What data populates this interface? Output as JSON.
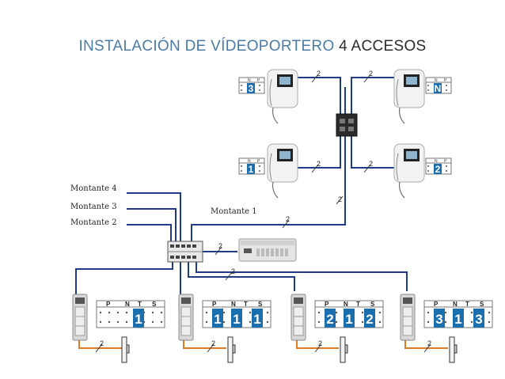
{
  "title": {
    "main": "INSTALACIÓN DE VÍDEOPORTERO",
    "accent": "4 ACCESOS"
  },
  "risers": [
    "Montante 4",
    "Montante 3",
    "Montante 2",
    "Montante 1"
  ],
  "wire_count": "2",
  "switch_headers": {
    "monitor": [
      "N",
      "P"
    ],
    "panel": [
      "P",
      "N",
      "T",
      "S"
    ]
  },
  "monitors": [
    {
      "code": "3"
    },
    {
      "code": "N"
    },
    {
      "code": "1"
    },
    {
      "code": "2"
    }
  ],
  "panels": [
    {
      "codes": [
        "1"
      ]
    },
    {
      "codes": [
        "1",
        "1",
        "1"
      ]
    },
    {
      "codes": [
        "2",
        "1",
        "2"
      ]
    },
    {
      "codes": [
        "3",
        "1",
        "3"
      ]
    }
  ],
  "colors": {
    "title": "#4a7aa6",
    "switch_blue": "#1b6fae",
    "lock_wire": "#e07a1f",
    "bus_wire": "#1f3a8a"
  }
}
